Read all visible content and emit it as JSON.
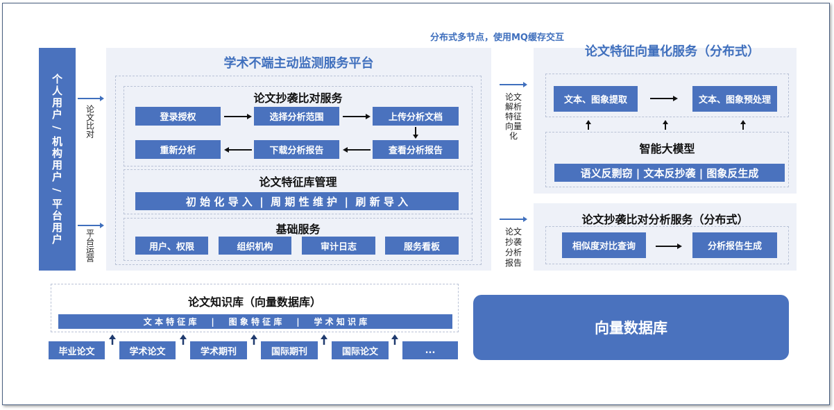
{
  "note": "分布式多节点，使用MQ缓存交互",
  "users": "个人用户 / 机构用户 / 平台用户",
  "side_labels": {
    "compare": "论文比对",
    "ops": "平台运营"
  },
  "platform": {
    "title": "学术不端主动监测服务平台",
    "plagiarism": {
      "title": "论文抄袭比对服务",
      "steps": [
        "登录授权",
        "选择分析范围",
        "上传分析文档",
        "重新分析",
        "下载分析报告",
        "查看分析报告"
      ]
    },
    "feature_lib": {
      "title": "论文特征库管理",
      "bar": "初 始 化 导 入  |  周 期 性 维 护  |  刷 新 导 入"
    },
    "basic": {
      "title": "基础服务",
      "items": [
        "用户、权限",
        "组织机构",
        "审计日志",
        "服务看板"
      ]
    }
  },
  "mid_labels": {
    "vectorize": "论文解析特征向量化",
    "analyze": "论文抄袭分析报告"
  },
  "vector_service": {
    "title": "论文特征向量化服务（分布式）",
    "extract": "文本、图象提取",
    "preprocess": "文本、图象预处理",
    "model_title": "智能大模型",
    "model_bar": "语义反剽窃 | 文本反抄袭 | 图象反生成"
  },
  "analysis_service": {
    "title": "论文抄袭比对分析服务（分布式）",
    "query": "相似度对比查询",
    "report": "分析报告生成"
  },
  "knowledge": {
    "title": "论文知识库（向量数据库）",
    "bar": "文 本 特 征 库     |     图 象 特 征 库     |     学 术 知 识 库",
    "sources": [
      "毕业论文",
      "学术论文",
      "学术期刊",
      "国际期刊",
      "国际论文",
      "..."
    ]
  },
  "vector_db": "向量数据库",
  "colors": {
    "primary": "#4a72be",
    "panel": "#eef1f8",
    "title_blue": "#3f6fbd"
  }
}
